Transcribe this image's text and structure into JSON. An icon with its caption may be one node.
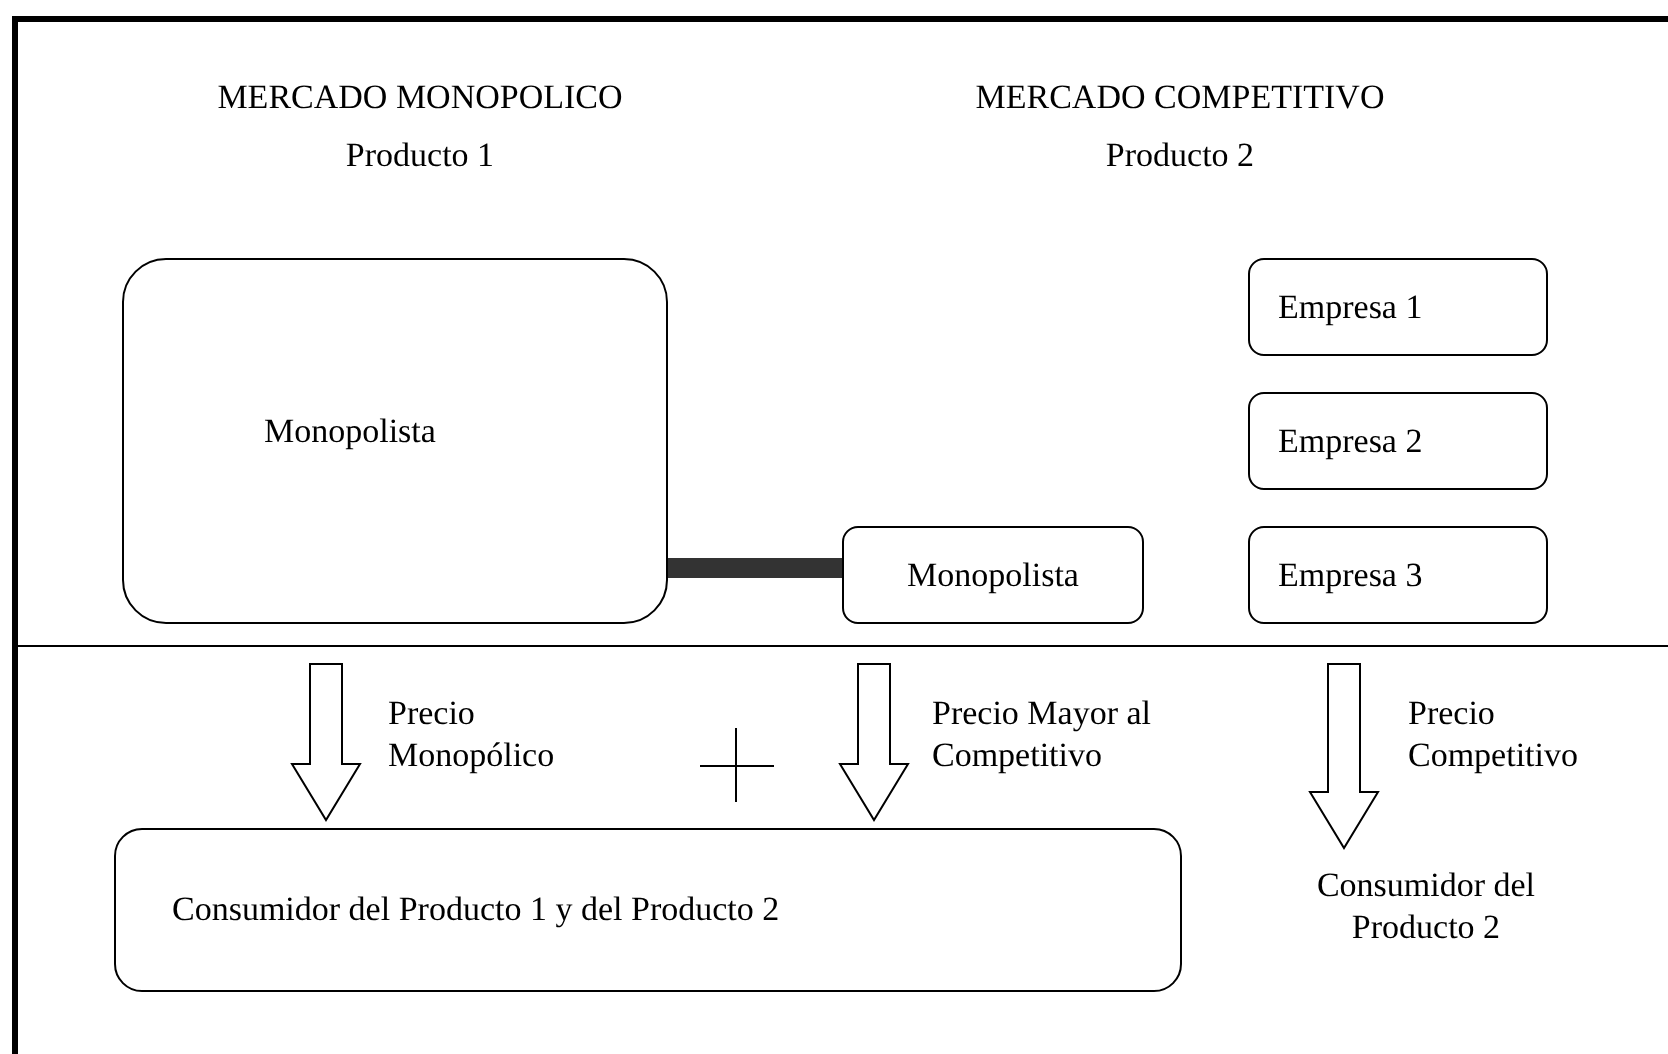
{
  "diagram": {
    "nodes": [
      {
        "text": [
          "Monopolista"
        ]
      },
      {
        "text": [
          "Monopolista"
        ]
      },
      {
        "text": [
          "Empresa 1"
        ]
      },
      {
        "text": [
          "Empresa 2"
        ]
      },
      {
        "text": [
          "Empresa 3"
        ]
      },
      {
        "text": [
          "Consumidor del Producto 1 y del Producto 2"
        ]
      },
      {
        "text": [
          "Consumidor del Producto 2"
        ]
      }
    ],
    "edges": [
      {
        "from": 0,
        "to": 1,
        "arrow": "none"
      },
      {
        "from": null,
        "to": 5,
        "arrow": "to",
        "label": "Precio Monopólico"
      },
      {
        "from": null,
        "to": 5,
        "arrow": "to",
        "label": "Precio Mayor al Competitivo"
      },
      {
        "from": null,
        "to": 6,
        "arrow": "to",
        "label": "Precio Competitivo"
      }
    ],
    "labels": [
      "MERCADO MONOPOLICO",
      "Producto 1",
      "MERCADO COMPETITIVO",
      "Producto 2"
    ]
  }
}
